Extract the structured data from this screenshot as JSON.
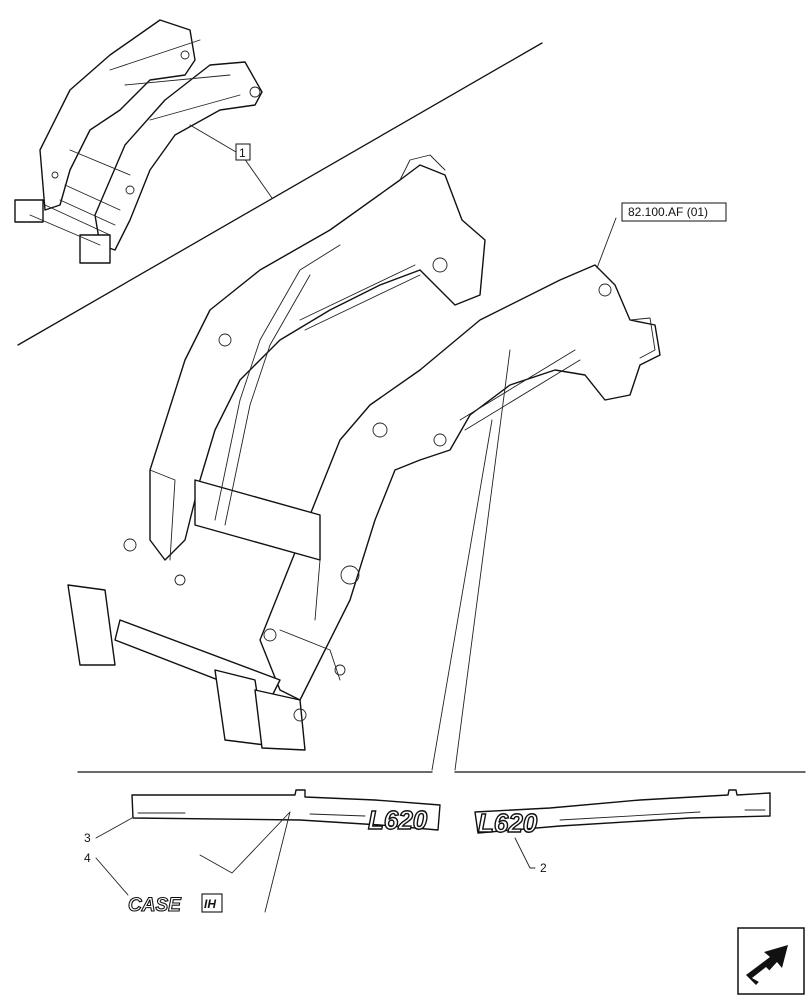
{
  "callouts": {
    "item1": "1",
    "item2": "2",
    "item3": "3",
    "item4": "4",
    "reference": "82.100.AF (01)"
  },
  "decals": {
    "model_left": "L620",
    "model_right": "L620",
    "brand": "CASE",
    "brand_suffix": "IH"
  },
  "icons": {
    "corner": "next-page-arrow-icon"
  }
}
